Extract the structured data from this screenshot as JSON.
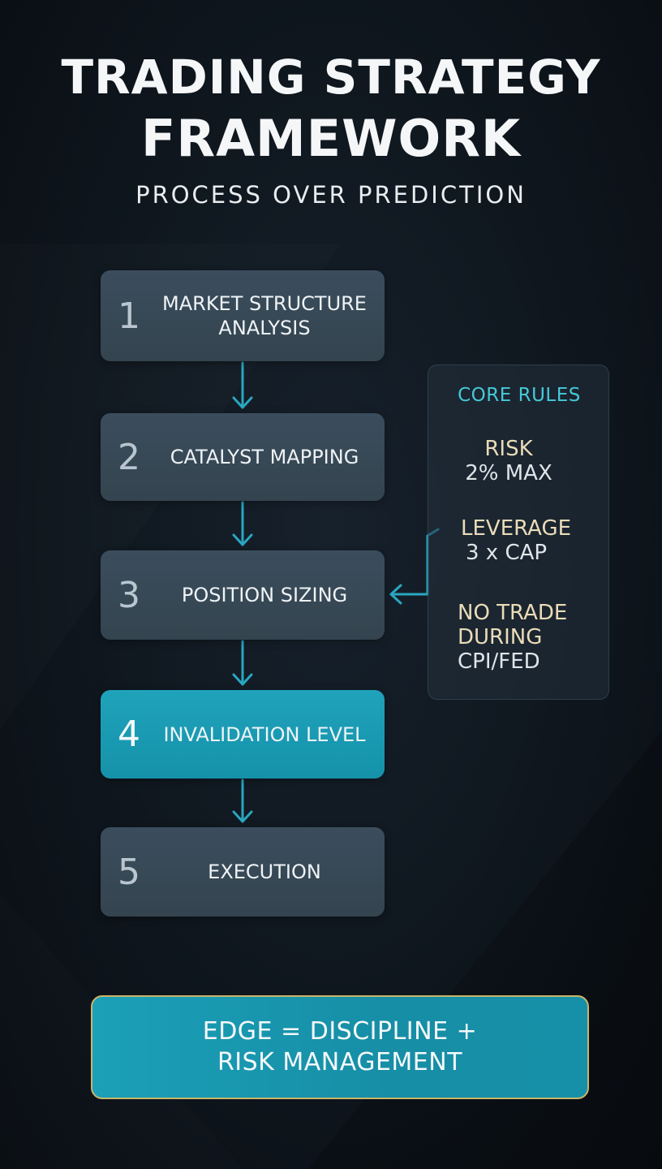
{
  "title": {
    "line1": "TRADING STRATEGY",
    "line2": "FRAMEWORK"
  },
  "subtitle": "PROCESS OVER PREDICTION",
  "steps": [
    {
      "number": "1",
      "label": "MARKET STRUCTURE ANALYSIS",
      "active": false
    },
    {
      "number": "2",
      "label": "CATALYST MAPPING",
      "active": false
    },
    {
      "number": "3",
      "label": "POSITION SIZING",
      "active": false
    },
    {
      "number": "4",
      "label": "INVALIDATION LEVEL",
      "active": true
    },
    {
      "number": "5",
      "label": "EXECUTION",
      "active": false
    }
  ],
  "core_rules": {
    "title": "CORE RULES",
    "rules": [
      {
        "line1": "RISK",
        "line2": "2% MAX"
      },
      {
        "line1": "LEVERAGE",
        "line2": "3 x CAP"
      },
      {
        "line1": "NO TRADE DURING",
        "line2": "CPI/FED"
      }
    ]
  },
  "edge_banner": {
    "line1": "EDGE = DISCIPLINE +",
    "line2": "RISK MANAGEMENT"
  },
  "colors": {
    "accent": "#1fa3bb",
    "arrow": "#2aa6c0",
    "rules_title": "#46c9d7",
    "rule_text": "#eadcb8",
    "banner_border": "#c9b56a"
  }
}
